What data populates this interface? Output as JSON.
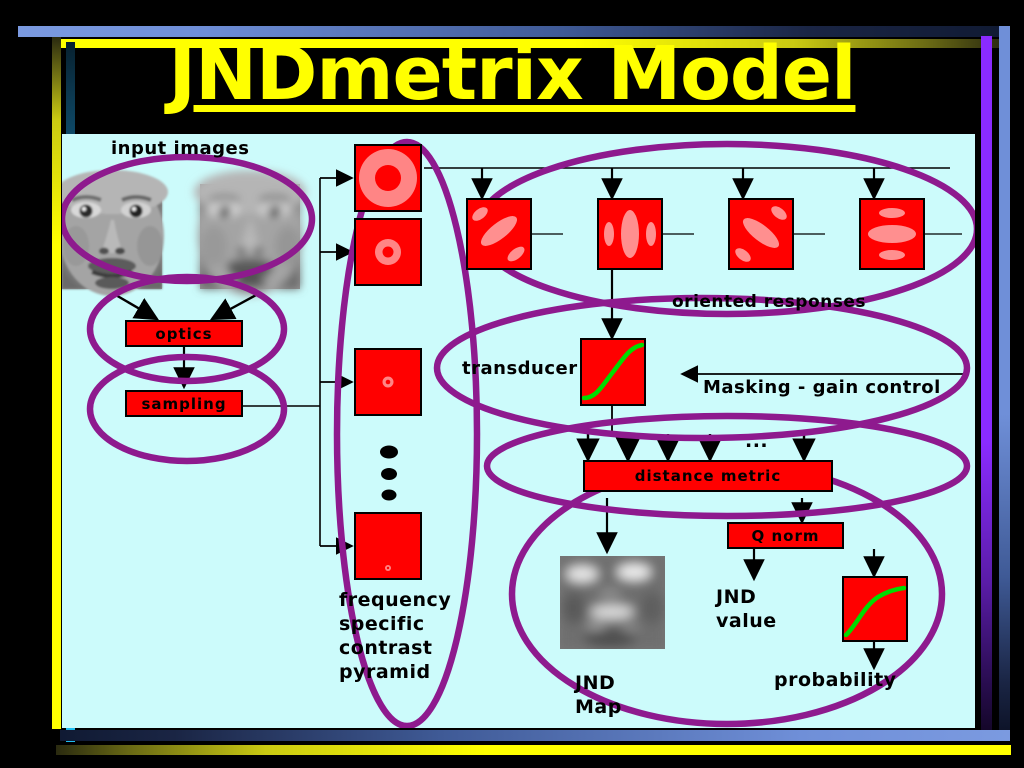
{
  "slide": {
    "title": "JNDmetrix Model",
    "background_color": "#000000",
    "title_color": "#ffff00",
    "panel_color": "#ccfbfb",
    "accent_red": "#ff0000",
    "accent_purple": "#8e1a8e",
    "accent_green": "#00dd00"
  },
  "frame": {
    "top_blue_bar": "blue-gradient-bar",
    "top_yellow_bar": "yellow-gradient-bar",
    "left_yellow_bar": "yellow-gradient-bar",
    "left_cyan_bar": "cyan-gradient-bar",
    "right_violet_bar": "violet-gradient-bar",
    "right_blue_bar": "blue-gradient-bar",
    "bottom_blue_bar": "blue-gradient-bar",
    "bottom_yellow_bar": "yellow-gradient-bar"
  },
  "diagram": {
    "labels": {
      "input_images": "input images",
      "optics": "optics",
      "sampling": "sampling",
      "pyramid_line1": "frequency",
      "pyramid_line2": "specific",
      "pyramid_line3": "contrast",
      "pyramid_line4": "pyramid",
      "oriented_responses": "oriented responses",
      "transducer": "transducer",
      "masking": "Masking - gain control",
      "distance_metric": "distance metric",
      "ellipsis": "...",
      "q_norm": "Q norm",
      "jnd_value_line1": "JND",
      "jnd_value_line2": "value",
      "jnd_map_line1": "JND",
      "jnd_map_line2": "Map",
      "probability": "probability"
    },
    "input_images": [
      {
        "name": "sharp-face",
        "description": "grayscale face, sharp"
      },
      {
        "name": "blurred-face",
        "description": "grayscale face, blurred"
      }
    ],
    "pyramid_levels": [
      {
        "name": "pyramid-level-1",
        "ring_outer": 58,
        "ring_inner": 26
      },
      {
        "name": "pyramid-level-2",
        "ring_outer": 26,
        "ring_inner": 11
      },
      {
        "name": "pyramid-level-3",
        "ring_outer": 11,
        "ring_inner": 5
      },
      {
        "name": "pyramid-level-4",
        "ring_outer": 5,
        "ring_inner": 2
      }
    ],
    "oriented_responses": [
      {
        "name": "oriented-response-1",
        "orientation_deg": 135
      },
      {
        "name": "oriented-response-2",
        "orientation_deg": 90
      },
      {
        "name": "oriented-response-3",
        "orientation_deg": 45
      },
      {
        "name": "oriented-response-4",
        "orientation_deg": 0
      }
    ],
    "curves": [
      {
        "name": "transducer-sigmoid",
        "shape": "sigmoid",
        "color": "#00dd00"
      },
      {
        "name": "probability-curve",
        "shape": "saturating",
        "color": "#00dd00"
      }
    ],
    "distance_metric_inputs": 5
  }
}
